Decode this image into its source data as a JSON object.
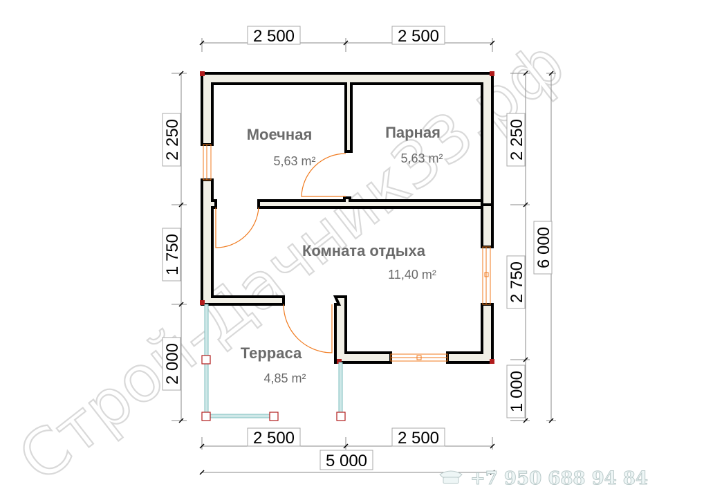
{
  "plan": {
    "rooms": [
      {
        "name": "Моечная",
        "area": "5,63 m²"
      },
      {
        "name": "Парная",
        "area": "5,63 m²"
      },
      {
        "name": "Комната отдыха",
        "area": "11,40 m²"
      },
      {
        "name": "Терраса",
        "area": "4,85 m²"
      }
    ],
    "dimensions": {
      "top": [
        "2 500",
        "2 500"
      ],
      "bottom": [
        "2 500",
        "2 500"
      ],
      "bottom_total": "5 000",
      "left": [
        "2 250",
        "1 750",
        "2 000"
      ],
      "right": [
        "2 250",
        "2 750",
        "1 000"
      ],
      "right_total": "6 000"
    }
  },
  "watermark": {
    "text": "Строй-Дачник33.рф",
    "phone": "+7 950 688 94 84",
    "phone_icon": "telephone-icon"
  },
  "colors": {
    "wall_fill": "#f1efe6",
    "wall_stroke": "#000000",
    "corner_post": "#b11c1c",
    "door": "#f07a1e",
    "window": "#f07a1e",
    "terrace_rail": "#7fbfbf",
    "dim_line": "#8a8a8a"
  }
}
